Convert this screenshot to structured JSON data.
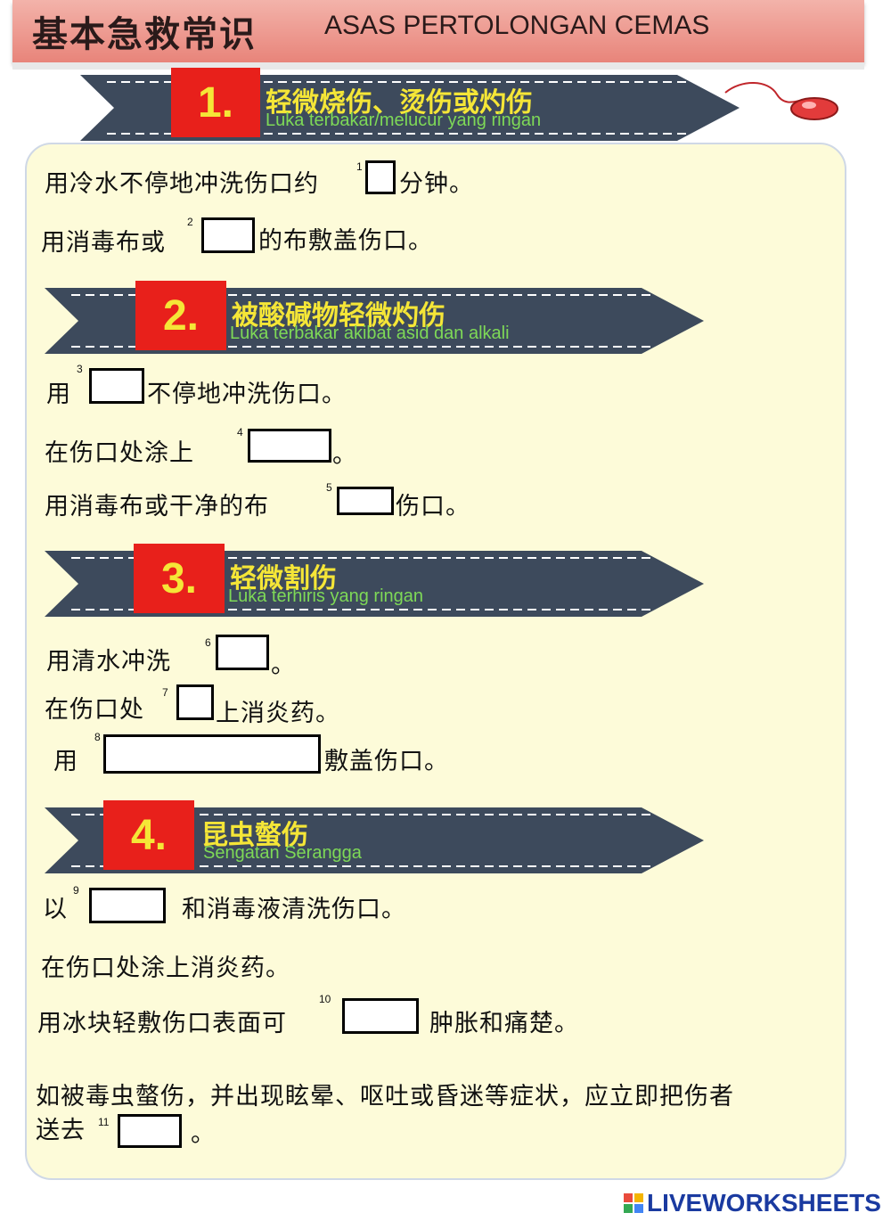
{
  "header": {
    "title_cn": "基本急救常识",
    "title_ms": "ASAS PERTOLONGAN CEMAS"
  },
  "sections": [
    {
      "num": "1.",
      "title": "轻微烧伤、烫伤或灼伤",
      "subtitle": "Luka terbakar/melucur yang ringan"
    },
    {
      "num": "2.",
      "title": "被酸碱物轻微灼伤",
      "subtitle": "Luka terbakar akibat asid dan alkali"
    },
    {
      "num": "3.",
      "title": "轻微割伤",
      "subtitle": "Luka terhiris yang ringan"
    },
    {
      "num": "4.",
      "title": "昆虫螫伤",
      "subtitle": "Sengatan Serangga"
    }
  ],
  "lines": {
    "l1a": "用冷水不停地冲洗伤口约",
    "l1b": "分钟。",
    "l2a": "用消毒布或",
    "l2b": "的布敷盖伤口。",
    "l3a": "用",
    "l3b": "不停地冲洗伤口。",
    "l4a": "在伤口处涂上",
    "l4b": "。",
    "l5a": "用消毒布或干净的布",
    "l5b": "伤口。",
    "l6a": "用清水冲洗",
    "l6b": "。",
    "l7a": "在伤口处",
    "l7b": "上消炎药。",
    "l8a": "用",
    "l8b": "敷盖伤口。",
    "l9a": "以",
    "l9b": "和消毒液清洗伤口。",
    "l10": "在伤口处涂上消炎药。",
    "l11a": "用冰块轻敷伤口表面可",
    "l11b": "肿胀和痛楚。",
    "l12": "如被毒虫螫伤，并出现眩晕、呕吐或昏迷等症状，应立即把伤者",
    "l13a": "送去",
    "l13b": "。"
  },
  "blank_numbers": [
    "1",
    "2",
    "3",
    "4",
    "5",
    "6",
    "7",
    "8",
    "9",
    "10",
    "11"
  ],
  "watermark": "LIVEWORKSHEETS"
}
